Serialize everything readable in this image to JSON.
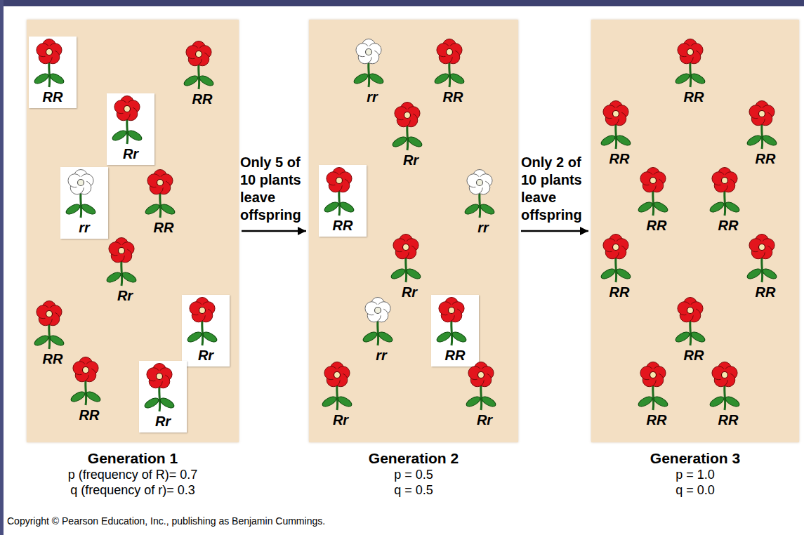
{
  "diagram": {
    "nodes": [
      {
        "text": [
          "Generation 1",
          "p (frequency of R)= 0.7",
          "q (frequency of r)= 0.3"
        ]
      },
      {
        "text": [
          "RR"
        ],
        "in": 0
      },
      {
        "text": [
          "RR"
        ],
        "in": 0
      },
      {
        "text": [
          "Rr"
        ],
        "in": 0
      },
      {
        "text": [
          "rr"
        ],
        "in": 0
      },
      {
        "text": [
          "RR"
        ],
        "in": 0
      },
      {
        "text": [
          "Rr"
        ],
        "in": 0
      },
      {
        "text": [
          "RR"
        ],
        "in": 0
      },
      {
        "text": [
          "Rr"
        ],
        "in": 0
      },
      {
        "text": [
          "RR"
        ],
        "in": 0
      },
      {
        "text": [
          "Rr"
        ],
        "in": 0
      },
      {
        "text": [
          "Generation 2",
          "p = 0.5",
          "q = 0.5"
        ]
      },
      {
        "text": [
          "rr"
        ],
        "in": 11
      },
      {
        "text": [
          "RR"
        ],
        "in": 11
      },
      {
        "text": [
          "Rr"
        ],
        "in": 11
      },
      {
        "text": [
          "RR"
        ],
        "in": 11
      },
      {
        "text": [
          "rr"
        ],
        "in": 11
      },
      {
        "text": [
          "Rr"
        ],
        "in": 11
      },
      {
        "text": [
          "rr"
        ],
        "in": 11
      },
      {
        "text": [
          "RR"
        ],
        "in": 11
      },
      {
        "text": [
          "Rr"
        ],
        "in": 11
      },
      {
        "text": [
          "Rr"
        ],
        "in": 11
      },
      {
        "text": [
          "Generation 3",
          "p = 1.0",
          "q = 0.0"
        ]
      },
      {
        "text": [
          "RR"
        ],
        "in": 22
      },
      {
        "text": [
          "RR"
        ],
        "in": 22
      },
      {
        "text": [
          "RR"
        ],
        "in": 22
      },
      {
        "text": [
          "RR"
        ],
        "in": 22
      },
      {
        "text": [
          "RR"
        ],
        "in": 22
      },
      {
        "text": [
          "RR"
        ],
        "in": 22
      },
      {
        "text": [
          "RR"
        ],
        "in": 22
      },
      {
        "text": [
          "RR"
        ],
        "in": 22
      },
      {
        "text": [
          "RR"
        ],
        "in": 22
      },
      {
        "text": [
          "RR"
        ],
        "in": 22
      }
    ],
    "edges": [
      {
        "from": 0,
        "to": 11,
        "arrow": "to",
        "label": "Only 5 of 10 plants leave offspring"
      },
      {
        "from": 11,
        "to": 22,
        "arrow": "to",
        "label": "Only 2 of 10 plants leave offspring"
      }
    ],
    "labels": [
      "Copyright © Pearson Education, Inc., publishing as Benjamin Cummings."
    ]
  }
}
